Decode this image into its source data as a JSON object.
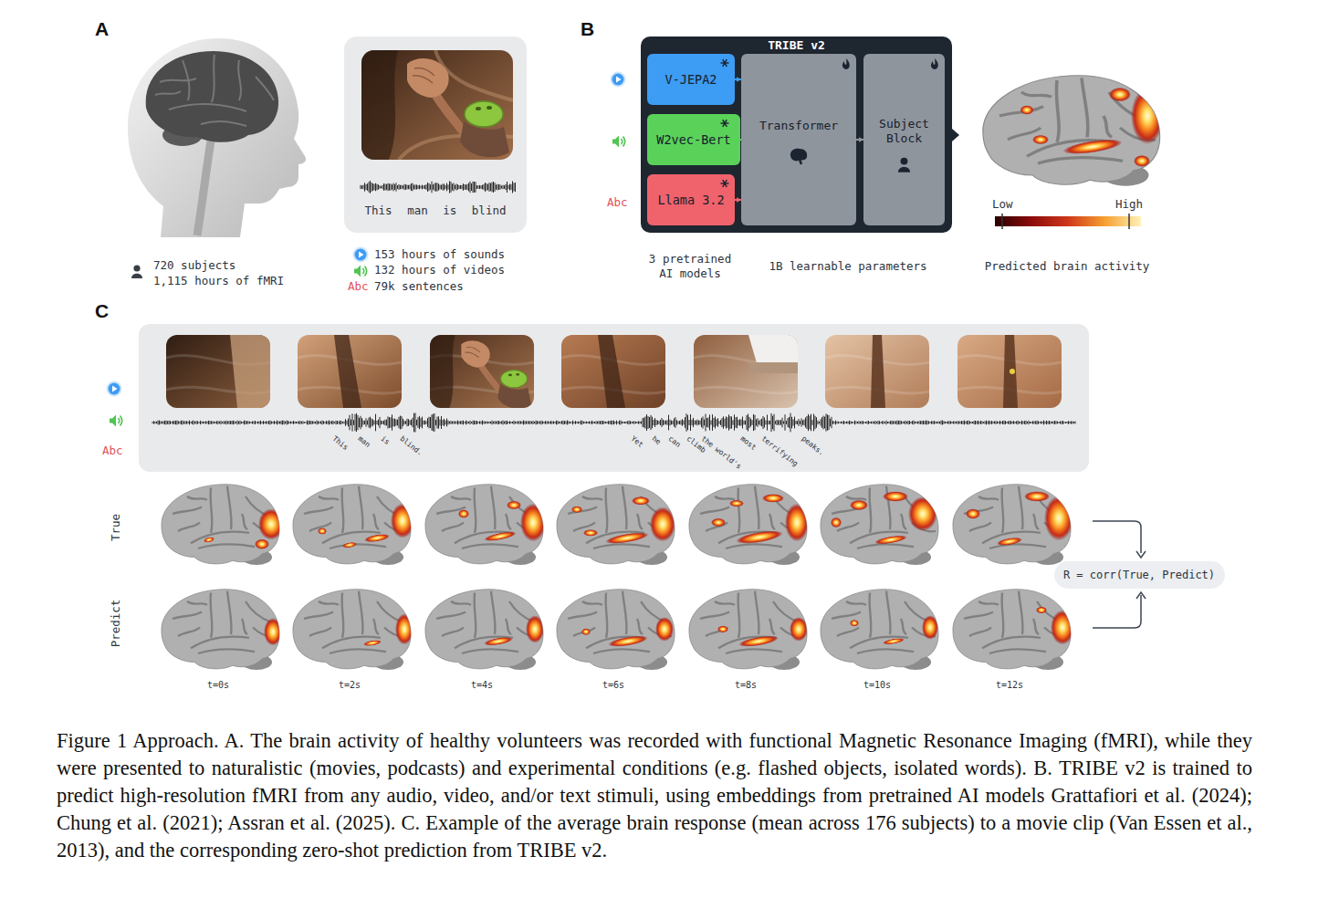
{
  "diagram": {
    "caption": "Figure 1 Approach. A. The brain activity of healthy volunteers was recorded with functional Magnetic Resonance Imaging (fMRI), while they were presented to naturalistic (movies, podcasts) and experimental conditions (e.g. flashed objects, isolated words). B. TRIBE v2 is trained to predict high-resolution fMRI from any audio, video, and/or text stimuli, using embeddings from pretrained AI models Grattafiori et al. (2024); Chung et al. (2021); Assran et al. (2025). C. Example of the average brain response (mean across 176 subjects) to a movie clip (Van Essen et al., 2013), and the corresponding zero-shot prediction from TRIBE v2.",
    "nodes": [
      {
        "text": [
          "This man is blind"
        ]
      },
      {
        "text": [
          "TRIBE v2"
        ]
      },
      {
        "text": [
          "V-JEPA2"
        ],
        "in": 1
      },
      {
        "text": [
          "W2vec-Bert"
        ],
        "in": 1
      },
      {
        "text": [
          "Llama 3.2"
        ],
        "in": 1
      },
      {
        "text": [
          "Transformer"
        ],
        "in": 1
      },
      {
        "text": [
          "Subject Block"
        ],
        "in": 1
      },
      {
        "text": [
          "This",
          "man",
          "is",
          "blind.",
          "Yet",
          "he",
          "can",
          "climb",
          "the world's",
          "most",
          "terrifying",
          "peaks."
        ]
      },
      {
        "text": [
          "R = corr(True, Predict)"
        ]
      }
    ],
    "edges": [
      {
        "from": 2,
        "to": 5,
        "arrow": "to"
      },
      {
        "from": 3,
        "to": 5,
        "arrow": "to"
      },
      {
        "from": 4,
        "to": 5,
        "arrow": "to"
      },
      {
        "from": 5,
        "to": 6,
        "arrow": "to"
      }
    ],
    "labels": [
      "A",
      "720 subjects",
      "1,115 hours of fMRI",
      "153 hours of sounds",
      "132 hours of videos",
      "Abc",
      "79k sentences",
      "B",
      "Abc",
      "3 pretrained AI models",
      "1B learnable parameters",
      "Low",
      "High",
      "Predicted brain activity",
      "C",
      "Abc",
      "True",
      "Predict",
      "t=0s",
      "t=2s",
      "t=4s",
      "t=6s",
      "t=8s",
      "t=10s",
      "t=12s"
    ]
  }
}
